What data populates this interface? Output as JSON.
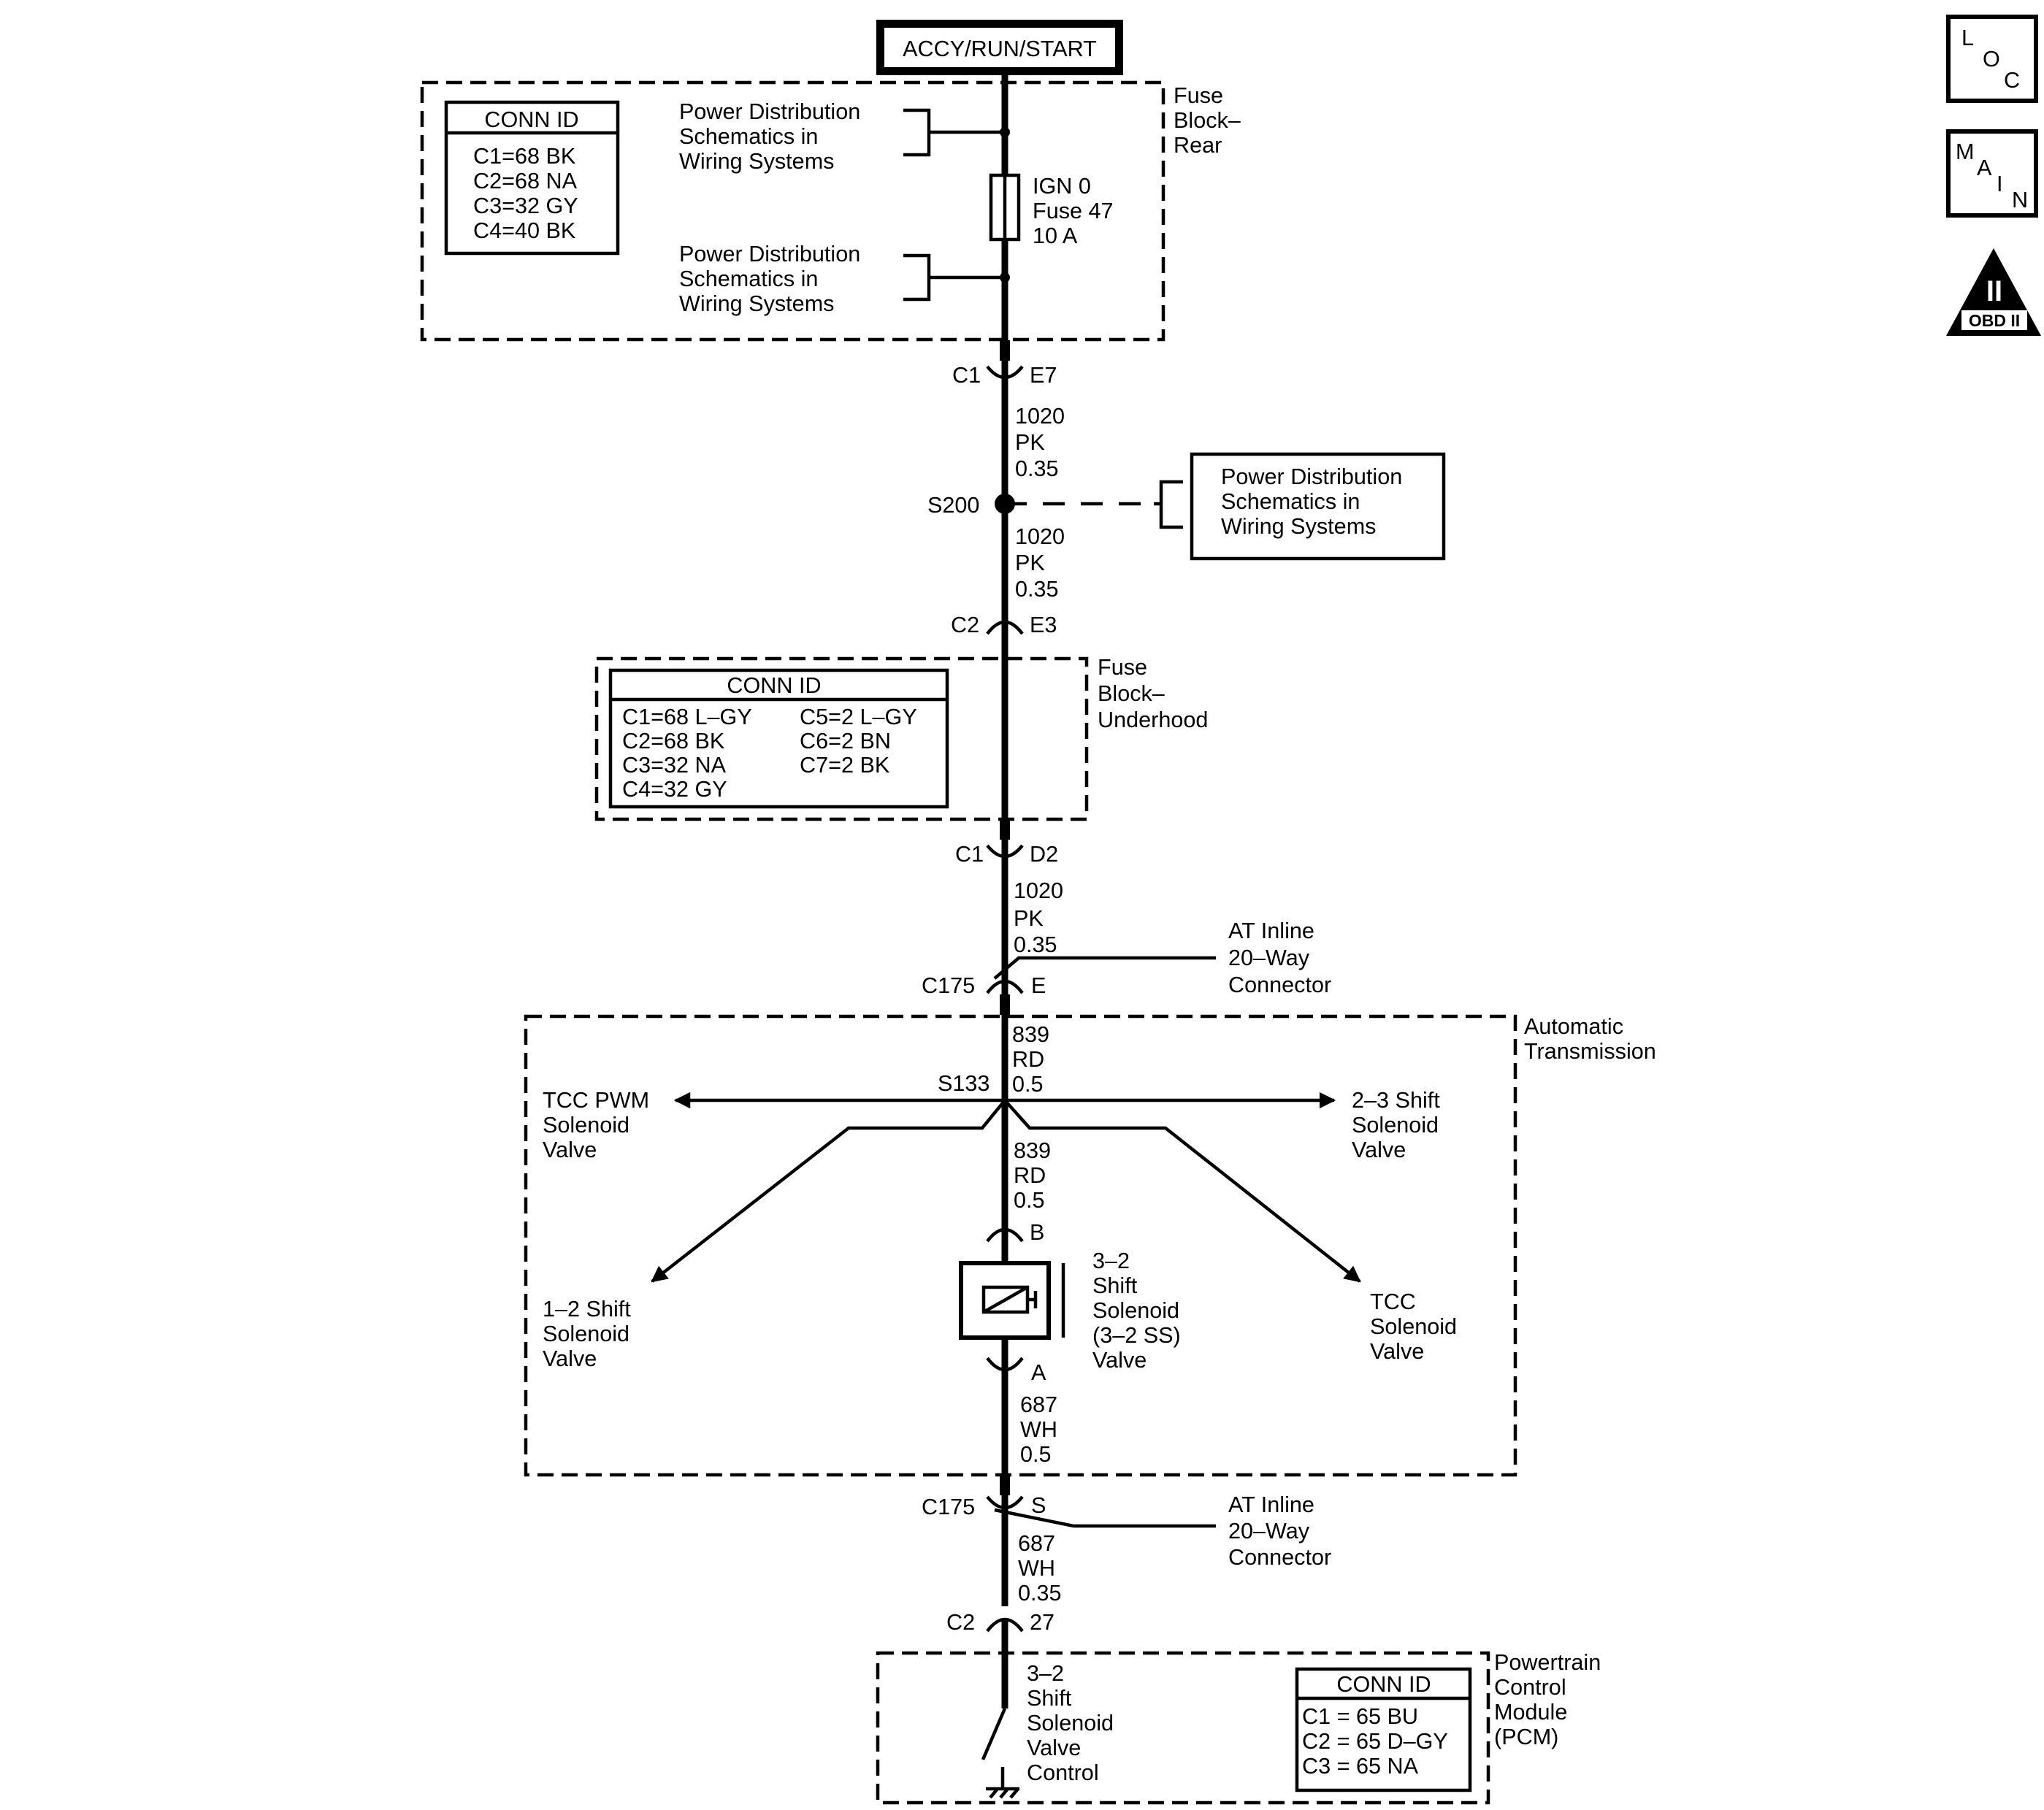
{
  "power_source": "ACCY/RUN/START",
  "icons": {
    "loc": {
      "a": "L",
      "b": "O",
      "c": "C"
    },
    "main": {
      "a": "M",
      "b": "A",
      "c": "I",
      "d": "N"
    },
    "obd": {
      "numeral": "II",
      "label": "OBD II"
    }
  },
  "fuse_block_rear": {
    "name": [
      "Fuse",
      "Block–",
      "Rear"
    ],
    "conn_id": {
      "title": "CONN ID",
      "rows": [
        "C1=68 BK",
        "C2=68 NA",
        "C3=32 GY",
        "C4=40 BK"
      ]
    },
    "pd_ref_1": [
      "Power Distribution",
      "Schematics in",
      "Wiring Systems"
    ],
    "pd_ref_2": [
      "Power Distribution",
      "Schematics in",
      "Wiring Systems"
    ],
    "fuse": [
      "IGN 0",
      "Fuse 47",
      "10 A"
    ]
  },
  "connector_c1_e7": {
    "left": "C1",
    "right": "E7"
  },
  "wire_1020_a": [
    "1020",
    "PK",
    "0.35"
  ],
  "splice_s200": "S200",
  "pd_ref_3": [
    "Power Distribution",
    "Schematics in",
    "Wiring Systems"
  ],
  "wire_1020_b": [
    "1020",
    "PK",
    "0.35"
  ],
  "connector_c2_e3": {
    "left": "C2",
    "right": "E3"
  },
  "fuse_block_underhood": {
    "name": [
      "Fuse",
      "Block–",
      "Underhood"
    ],
    "conn_id": {
      "title": "CONN ID",
      "col1": [
        "C1=68 L–GY",
        "C2=68 BK",
        "C3=32 NA",
        "C4=32 GY"
      ],
      "col2": [
        "C5=2 L–GY",
        "C6=2 BN",
        "C7=2 BK"
      ]
    }
  },
  "connector_c1_d2": {
    "left": "C1",
    "right": "D2"
  },
  "wire_1020_c": [
    "1020",
    "PK",
    "0.35"
  ],
  "at_inline_1": [
    "AT Inline",
    "20–Way",
    "Connector"
  ],
  "connector_c175_e": {
    "left": "C175",
    "right": "E"
  },
  "automatic_transmission": {
    "name": [
      "Automatic",
      "Transmission"
    ],
    "wire_839_a": [
      "839",
      "RD",
      "0.5"
    ],
    "splice_s133": "S133",
    "tcc_pwm": [
      "TCC PWM",
      "Solenoid",
      "Valve"
    ],
    "shift_23": [
      "2–3 Shift",
      "Solenoid",
      "Valve"
    ],
    "shift_12": [
      "1–2 Shift",
      "Solenoid",
      "Valve"
    ],
    "tcc": [
      "TCC",
      "Solenoid",
      "Valve"
    ],
    "wire_839_b": [
      "839",
      "RD",
      "0.5"
    ],
    "pin_b": "B",
    "solenoid_32": [
      "3–2",
      "Shift",
      "Solenoid",
      "(3–2 SS)",
      "Valve"
    ],
    "pin_a": "A",
    "wire_687_a": [
      "687",
      "WH",
      "0.5"
    ]
  },
  "connector_c175_s": {
    "left": "C175",
    "right": "S"
  },
  "at_inline_2": [
    "AT Inline",
    "20–Way",
    "Connector"
  ],
  "wire_687_b": [
    "687",
    "WH",
    "0.35"
  ],
  "connector_c2_27": {
    "left": "C2",
    "right": "27"
  },
  "pcm": {
    "name": [
      "Powertrain",
      "Control",
      "Module",
      "(PCM)"
    ],
    "control": [
      "3–2",
      "Shift",
      "Solenoid",
      "Valve",
      "Control"
    ],
    "conn_id": {
      "title": "CONN ID",
      "rows": [
        "C1 = 65 BU",
        "C2 = 65 D–GY",
        "C3 = 65 NA"
      ]
    }
  }
}
